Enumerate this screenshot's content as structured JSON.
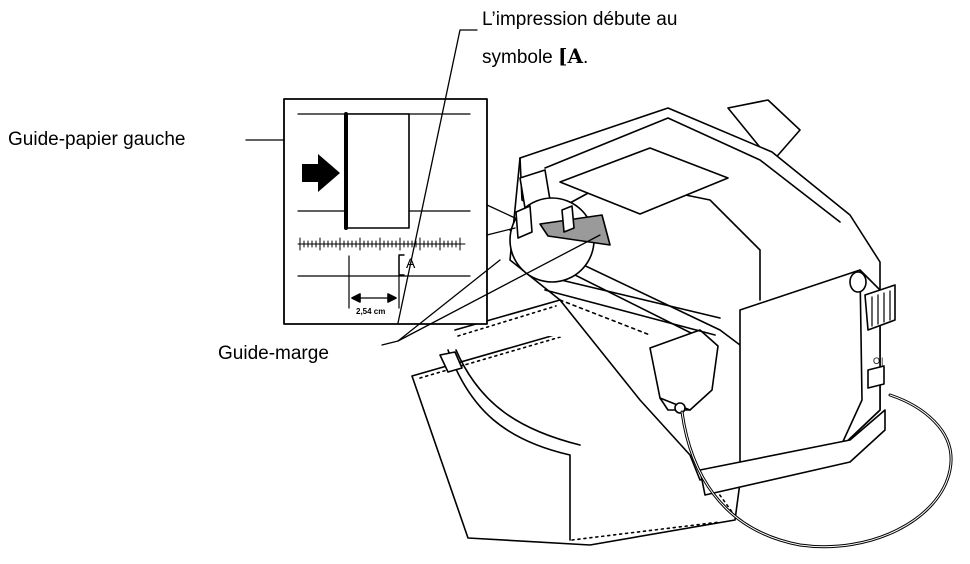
{
  "labels": {
    "print_start_line1": "L’impression débute au",
    "print_start_line2_text": "symbole ",
    "print_start_symbol": "[A",
    "print_start_period": ".",
    "left_paper_guide": "Guide-papier gauche",
    "margin_guide": "Guide-marge"
  },
  "inset": {
    "scale_marker_letter": "A",
    "measurement": "2,54 cm"
  },
  "colors": {
    "ink": "#000000",
    "paper": "#ffffff",
    "shade": "#9a9a9a"
  }
}
